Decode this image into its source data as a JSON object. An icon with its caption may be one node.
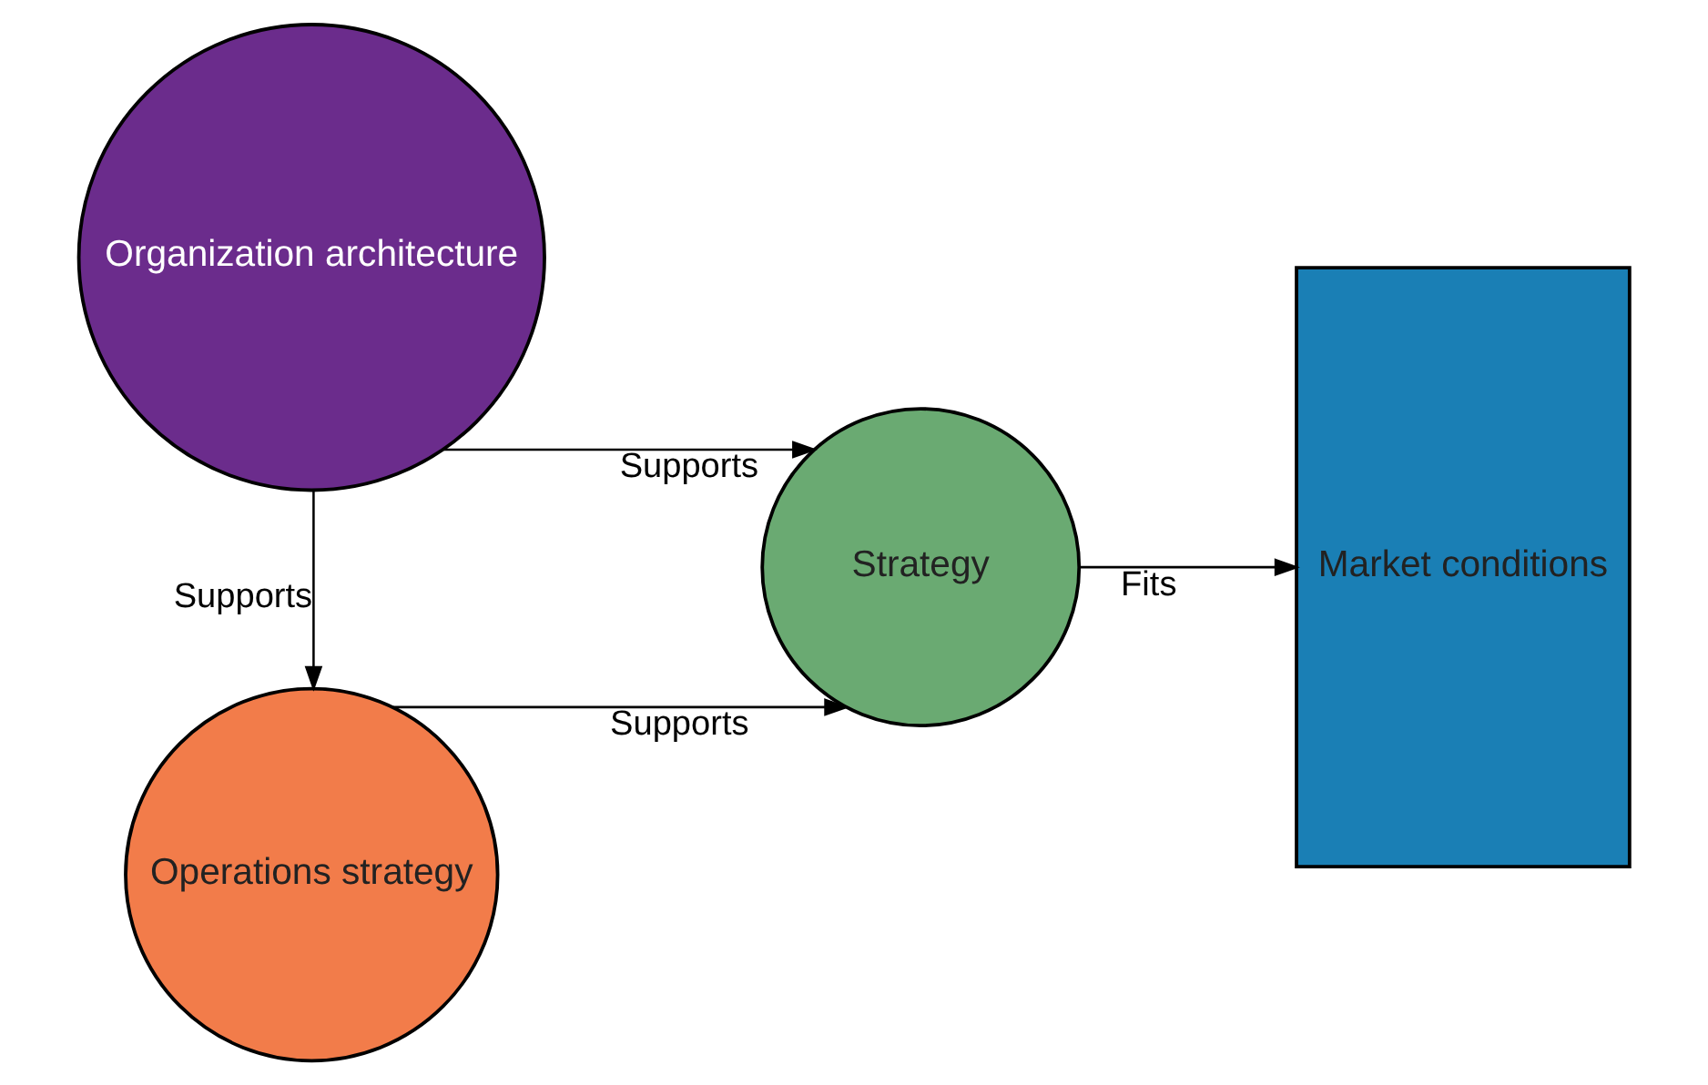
{
  "diagram": {
    "nodes": [
      {
        "text": [
          "Operations strategy"
        ]
      },
      {
        "text": [
          "Strategy"
        ]
      },
      {
        "text": [
          "Market conditions"
        ]
      },
      {
        "text": [
          "Organization architecture"
        ]
      }
    ],
    "edges": [
      {
        "from": 3,
        "to": 0,
        "arrow": "to",
        "label": "Supports"
      },
      {
        "from": 0,
        "to": 1,
        "arrow": "to",
        "label": "Supports"
      },
      {
        "from": 3,
        "to": 1,
        "arrow": "to",
        "label": "Supports"
      },
      {
        "from": 1,
        "to": 2,
        "arrow": "to",
        "label": "Fits"
      }
    ]
  }
}
